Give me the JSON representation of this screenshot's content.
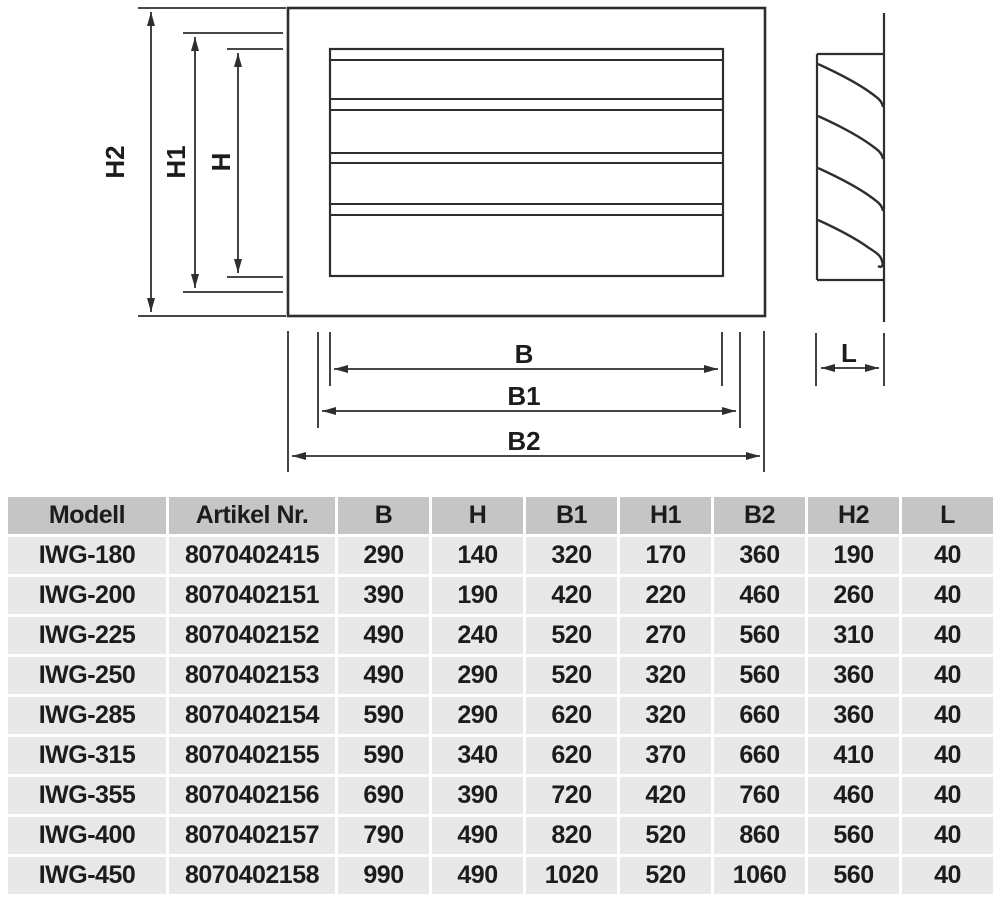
{
  "diagram": {
    "labels": {
      "h2": "H2",
      "h1": "H1",
      "h": "H",
      "b": "B",
      "b1": "B1",
      "b2": "B2",
      "l": "L"
    }
  },
  "table": {
    "columns": [
      "Modell",
      "Artikel Nr.",
      "B",
      "H",
      "B1",
      "H1",
      "B2",
      "H2",
      "L"
    ],
    "rows": [
      [
        "IWG-180",
        "8070402415",
        "290",
        "140",
        "320",
        "170",
        "360",
        "190",
        "40"
      ],
      [
        "IWG-200",
        "8070402151",
        "390",
        "190",
        "420",
        "220",
        "460",
        "260",
        "40"
      ],
      [
        "IWG-225",
        "8070402152",
        "490",
        "240",
        "520",
        "270",
        "560",
        "310",
        "40"
      ],
      [
        "IWG-250",
        "8070402153",
        "490",
        "290",
        "520",
        "320",
        "560",
        "360",
        "40"
      ],
      [
        "IWG-285",
        "8070402154",
        "590",
        "290",
        "620",
        "320",
        "660",
        "360",
        "40"
      ],
      [
        "IWG-315",
        "8070402155",
        "590",
        "340",
        "620",
        "370",
        "660",
        "410",
        "40"
      ],
      [
        "IWG-355",
        "8070402156",
        "690",
        "390",
        "720",
        "420",
        "760",
        "460",
        "40"
      ],
      [
        "IWG-400",
        "8070402157",
        "790",
        "490",
        "820",
        "520",
        "860",
        "560",
        "40"
      ],
      [
        "IWG-450",
        "8070402158",
        "990",
        "490",
        "1020",
        "520",
        "1060",
        "560",
        "40"
      ]
    ]
  },
  "colors": {
    "header_bg": "#c5c5c5",
    "row_bg": "#e8e8e8",
    "line": "#2e2e2e",
    "text": "#1c1c1c"
  }
}
